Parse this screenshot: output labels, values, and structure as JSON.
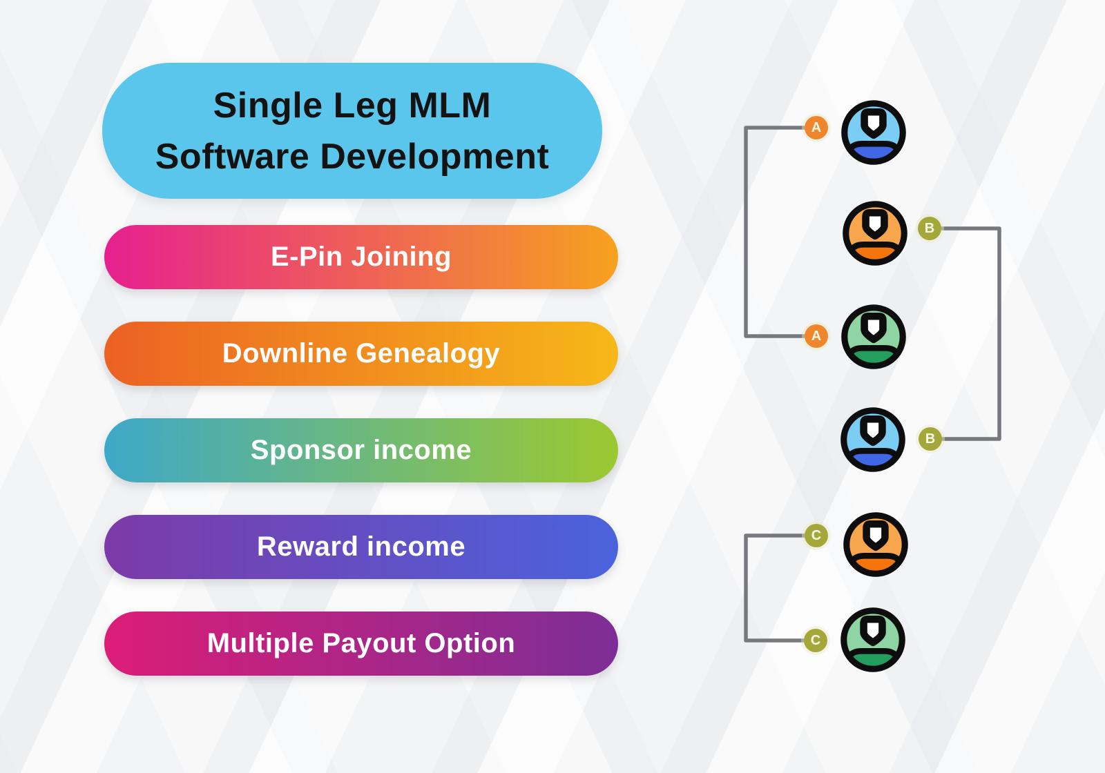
{
  "title": {
    "lines": [
      "Single Leg MLM",
      "Software Development"
    ],
    "bg": "#5bc6ec",
    "text_color": "#131313"
  },
  "features": [
    {
      "label": "E-Pin Joining",
      "gradient": [
        "#e6208f",
        "#f6a11f"
      ]
    },
    {
      "label": "Downline Genealogy",
      "gradient": [
        "#ec6124",
        "#f6b818"
      ]
    },
    {
      "label": "Sponsor income",
      "gradient": [
        "#3ea8c8",
        "#9cc930"
      ]
    },
    {
      "label": "Reward income",
      "gradient": [
        "#7d3aa8",
        "#4a63dd"
      ]
    },
    {
      "label": "Multiple Payout Option",
      "gradient": [
        "#dc1d77",
        "#7c2e96"
      ]
    }
  ],
  "diagram": {
    "line_color": "#76787c",
    "outline_color": "#0d0d0d",
    "label_colors": {
      "A": "#f0862c",
      "B": "#a4a83a",
      "C": "#a4a83a"
    },
    "avatar_themes": {
      "blue": {
        "body": "#7ccdf3",
        "shoulder": "#4168e4"
      },
      "orange": {
        "body": "#f7a64e",
        "shoulder": "#f4750c"
      },
      "green": {
        "body": "#8fd5a4",
        "shoulder": "#239e5c"
      }
    },
    "nodes": [
      {
        "label": "A",
        "side": "left",
        "theme": "blue"
      },
      {
        "label": "B",
        "side": "right",
        "theme": "orange"
      },
      {
        "label": "A",
        "side": "left",
        "theme": "green"
      },
      {
        "label": "B",
        "side": "right",
        "theme": "blue"
      },
      {
        "label": "C",
        "side": "left",
        "theme": "orange"
      },
      {
        "label": "C",
        "side": "left",
        "theme": "green"
      }
    ],
    "connections": [
      {
        "label": "A",
        "from": 0,
        "to": 2
      },
      {
        "label": "B",
        "from": 1,
        "to": 3
      },
      {
        "label": "C",
        "from": 4,
        "to": 5
      }
    ]
  }
}
